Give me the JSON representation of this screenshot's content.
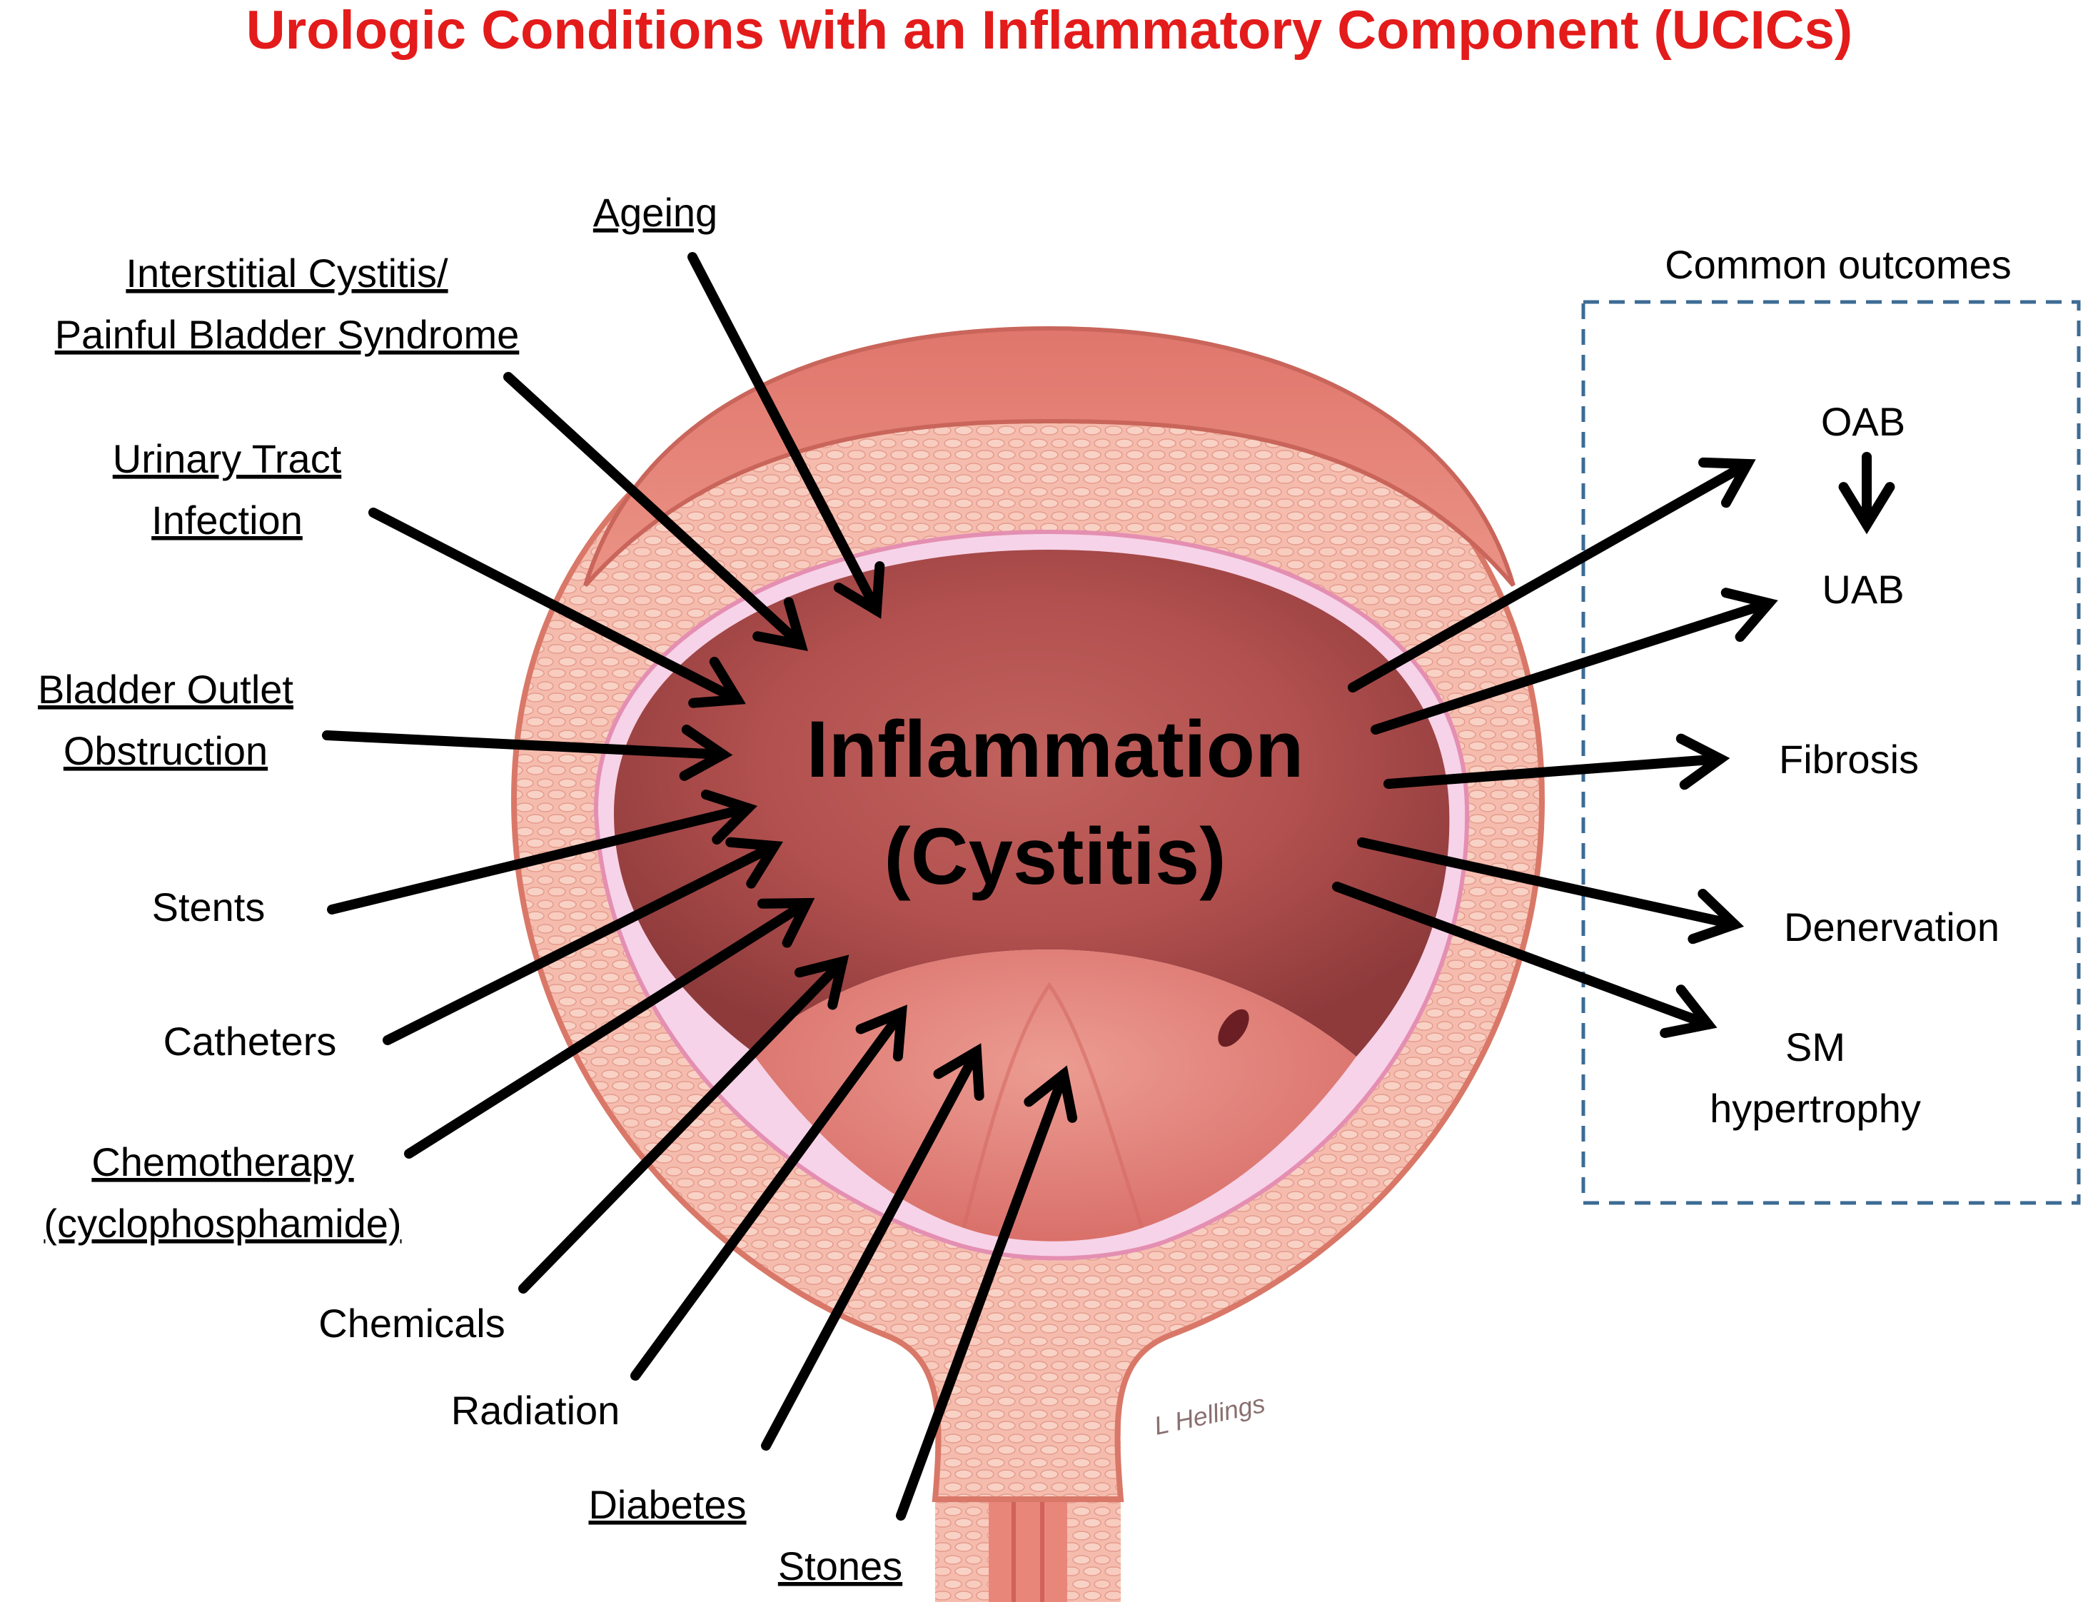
{
  "title": "Urologic Conditions with an Inflammatory Component (UCICs)",
  "center": {
    "line1": "Inflammation",
    "line2": "(Cystitis)"
  },
  "causes": [
    {
      "id": "ageing",
      "lines": [
        "Ageing"
      ],
      "underlined": true
    },
    {
      "id": "ic-pbs",
      "lines": [
        "Interstitial Cystitis/",
        "Painful Bladder Syndrome"
      ],
      "underlined": true
    },
    {
      "id": "uti",
      "lines": [
        "Urinary Tract",
        "Infection"
      ],
      "underlined": true
    },
    {
      "id": "boo",
      "lines": [
        "Bladder Outlet",
        "Obstruction"
      ],
      "underlined": true
    },
    {
      "id": "stents",
      "lines": [
        "Stents"
      ],
      "underlined": false
    },
    {
      "id": "catheters",
      "lines": [
        "Catheters"
      ],
      "underlined": false
    },
    {
      "id": "chemotherapy",
      "lines": [
        "Chemotherapy",
        "(cyclophosphamide)"
      ],
      "underlined": true
    },
    {
      "id": "chemicals",
      "lines": [
        "Chemicals"
      ],
      "underlined": false
    },
    {
      "id": "radiation",
      "lines": [
        "Radiation"
      ],
      "underlined": false
    },
    {
      "id": "diabetes",
      "lines": [
        "Diabetes"
      ],
      "underlined": true
    },
    {
      "id": "stones",
      "lines": [
        "Stones"
      ],
      "underlined": true
    }
  ],
  "outcomes_box": {
    "heading": "Common outcomes",
    "items": [
      {
        "id": "oab",
        "lines": [
          "OAB"
        ]
      },
      {
        "id": "uab",
        "lines": [
          "UAB"
        ]
      },
      {
        "id": "fibrosis",
        "lines": [
          "Fibrosis"
        ]
      },
      {
        "id": "denervation",
        "lines": [
          "Denervation"
        ]
      },
      {
        "id": "sm-hypertrophy",
        "lines": [
          "SM",
          "hypertrophy"
        ]
      }
    ],
    "oab_to_uab": true
  },
  "signature": "L Hellings",
  "colors": {
    "title": "#e41b1b",
    "text": "#000000",
    "arrow": "#000000",
    "box_border": "#3d6b94",
    "bladder_outer": "#e8847a",
    "bladder_wall": "#f4b8aa",
    "bladder_lumen": "#b4504f",
    "bladder_mucosa": "#f6d3e8"
  }
}
